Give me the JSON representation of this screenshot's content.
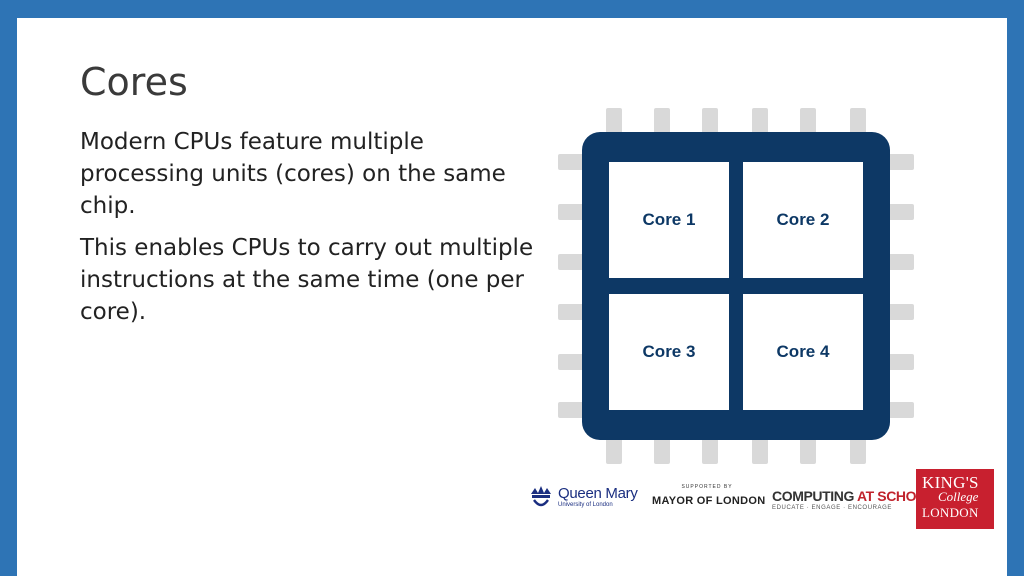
{
  "slide": {
    "title": "Cores",
    "paragraphs": [
      "Modern CPUs feature multiple processing units (cores) on the same chip.",
      "This enables CPUs to carry out multiple instructions at the same time (one per core)."
    ]
  },
  "diagram": {
    "chip_color": "#0d3865",
    "pin_color": "#d9d9d9",
    "cores": [
      "Core 1",
      "Core 2",
      "Core 3",
      "Core 4"
    ]
  },
  "logos": {
    "queen_mary": {
      "name": "Queen Mary",
      "subtitle": "University of London"
    },
    "mayor_of_london": {
      "supported_by": "SUPPORTED BY",
      "name": "MAYOR OF LONDON"
    },
    "computing_at_school": {
      "name_part1": "COMPUTING ",
      "name_part2": "AT SCHOOL",
      "tagline": "EDUCATE · ENGAGE · ENCOURAGE"
    },
    "kings_college": {
      "line1": "KING'S",
      "line2": "College",
      "line3": "LONDON"
    }
  },
  "theme": {
    "frame_color": "#2e74b5"
  }
}
